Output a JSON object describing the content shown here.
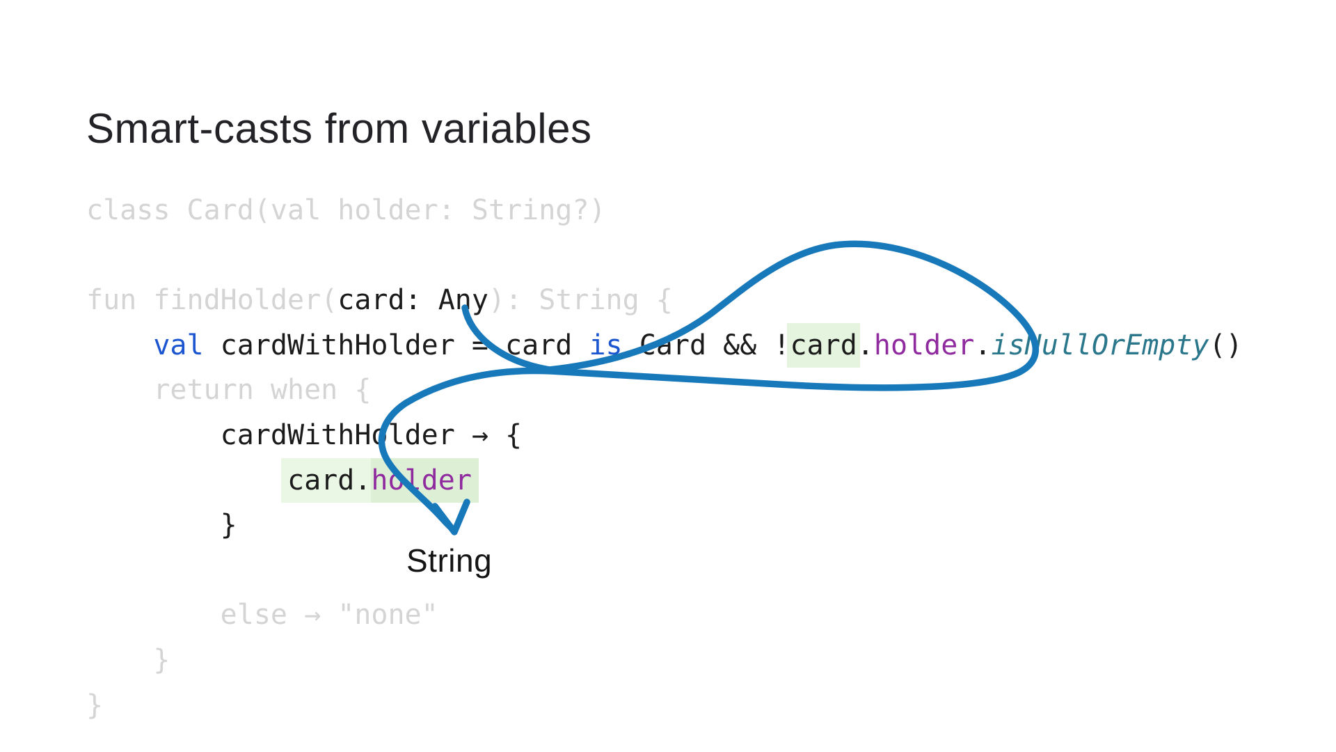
{
  "slide": {
    "title": "Smart-casts from variables"
  },
  "annotation": {
    "label": "String",
    "arrow_icon": "hand-drawn-loop-arrow"
  },
  "colors": {
    "bg": "#ffffff",
    "title_color": "#232327",
    "code": "#1b1b1b",
    "muted": "#d4d4d4",
    "keyword": "#1b55d0",
    "property": "#8f2b9e",
    "fn": "#2a768a",
    "highlight_val": "#e5f4de",
    "highlight_a": "#ebf7e5",
    "highlight_b": "#ddf0d6",
    "arrow": "#1778ba"
  },
  "code": {
    "language": "kotlin",
    "lines": [
      {
        "tokens": [
          {
            "role": "muted",
            "text": "class Card(val holder: String?)"
          }
        ]
      },
      {
        "tokens": []
      },
      {
        "tokens": [
          {
            "role": "muted",
            "text": "fun findHolder("
          },
          {
            "role": "plain",
            "text": "card: Any"
          },
          {
            "role": "muted",
            "text": "): String {"
          }
        ]
      },
      {
        "tokens": [
          {
            "role": "plain",
            "text": "    "
          },
          {
            "role": "keyword",
            "text": "val"
          },
          {
            "role": "plain",
            "text": " cardWithHolder = card "
          },
          {
            "role": "keyword",
            "text": "is"
          },
          {
            "role": "plain",
            "text": " Card && !"
          },
          {
            "role": "plain",
            "hl": "val",
            "text": "card"
          },
          {
            "role": "plain",
            "text": "."
          },
          {
            "role": "property",
            "text": "holder"
          },
          {
            "role": "plain",
            "text": "."
          },
          {
            "role": "fn",
            "text": "isNullOrEmpty"
          },
          {
            "role": "plain",
            "text": "()"
          }
        ]
      },
      {
        "tokens": [
          {
            "role": "muted",
            "text": "    return when {"
          }
        ]
      },
      {
        "tokens": [
          {
            "role": "plain",
            "text": "        cardWithHolder → {"
          }
        ]
      },
      {
        "tokens": [
          {
            "role": "plain",
            "text": "            "
          },
          {
            "role": "plain",
            "hl": "a",
            "text": "card."
          },
          {
            "role": "property",
            "hl": "b",
            "text": "holder"
          }
        ]
      },
      {
        "tokens": [
          {
            "role": "plain",
            "text": "        }"
          }
        ]
      },
      {
        "tokens": []
      },
      {
        "tokens": [
          {
            "role": "muted",
            "text": "        else → \"none\""
          }
        ]
      },
      {
        "tokens": [
          {
            "role": "muted",
            "text": "    }"
          }
        ]
      },
      {
        "tokens": [
          {
            "role": "muted",
            "text": "}"
          }
        ]
      }
    ]
  }
}
